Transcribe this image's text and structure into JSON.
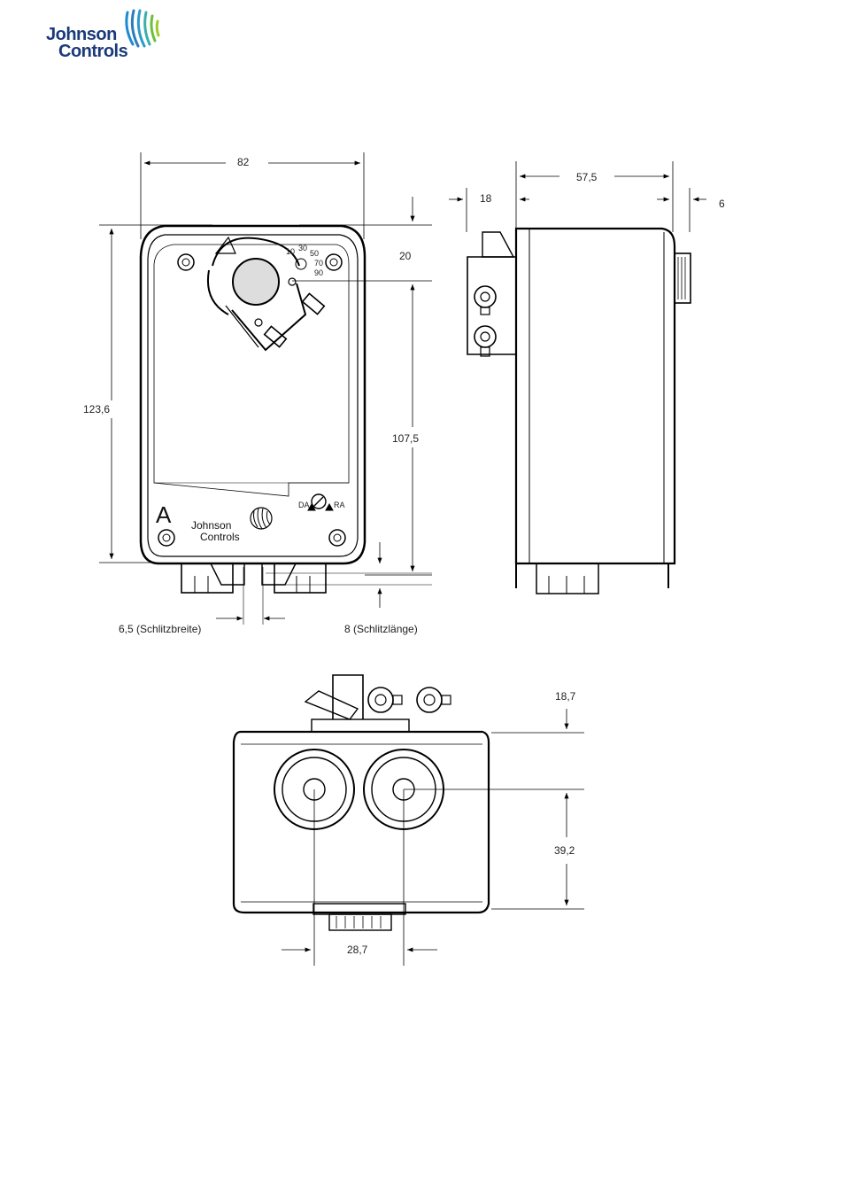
{
  "brand": {
    "line1": "Johnson",
    "line2": "Controls",
    "color": "#1a3a7a"
  },
  "front_view": {
    "dim_width": "82",
    "dim_height_total": "123,6",
    "dim_top_offset": "20",
    "dim_height_inner": "107,5",
    "dim_slot_width": "6,5 (Schlitzbreite)",
    "dim_slot_length": "8 (Schlitzlänge)",
    "device_letter": "A",
    "device_brand_line1": "Johnson",
    "device_brand_line2": "Controls",
    "switch_left": "DA",
    "switch_right": "RA",
    "scale_marks": [
      "10",
      "30",
      "50",
      "70",
      "90"
    ]
  },
  "side_view": {
    "dim_depth": "57,5",
    "dim_bracket": "18",
    "dim_knob": "6"
  },
  "bottom_view": {
    "dim_top": "18,7",
    "dim_hole_offset": "39,2",
    "dim_hole_spacing": "28,7"
  }
}
